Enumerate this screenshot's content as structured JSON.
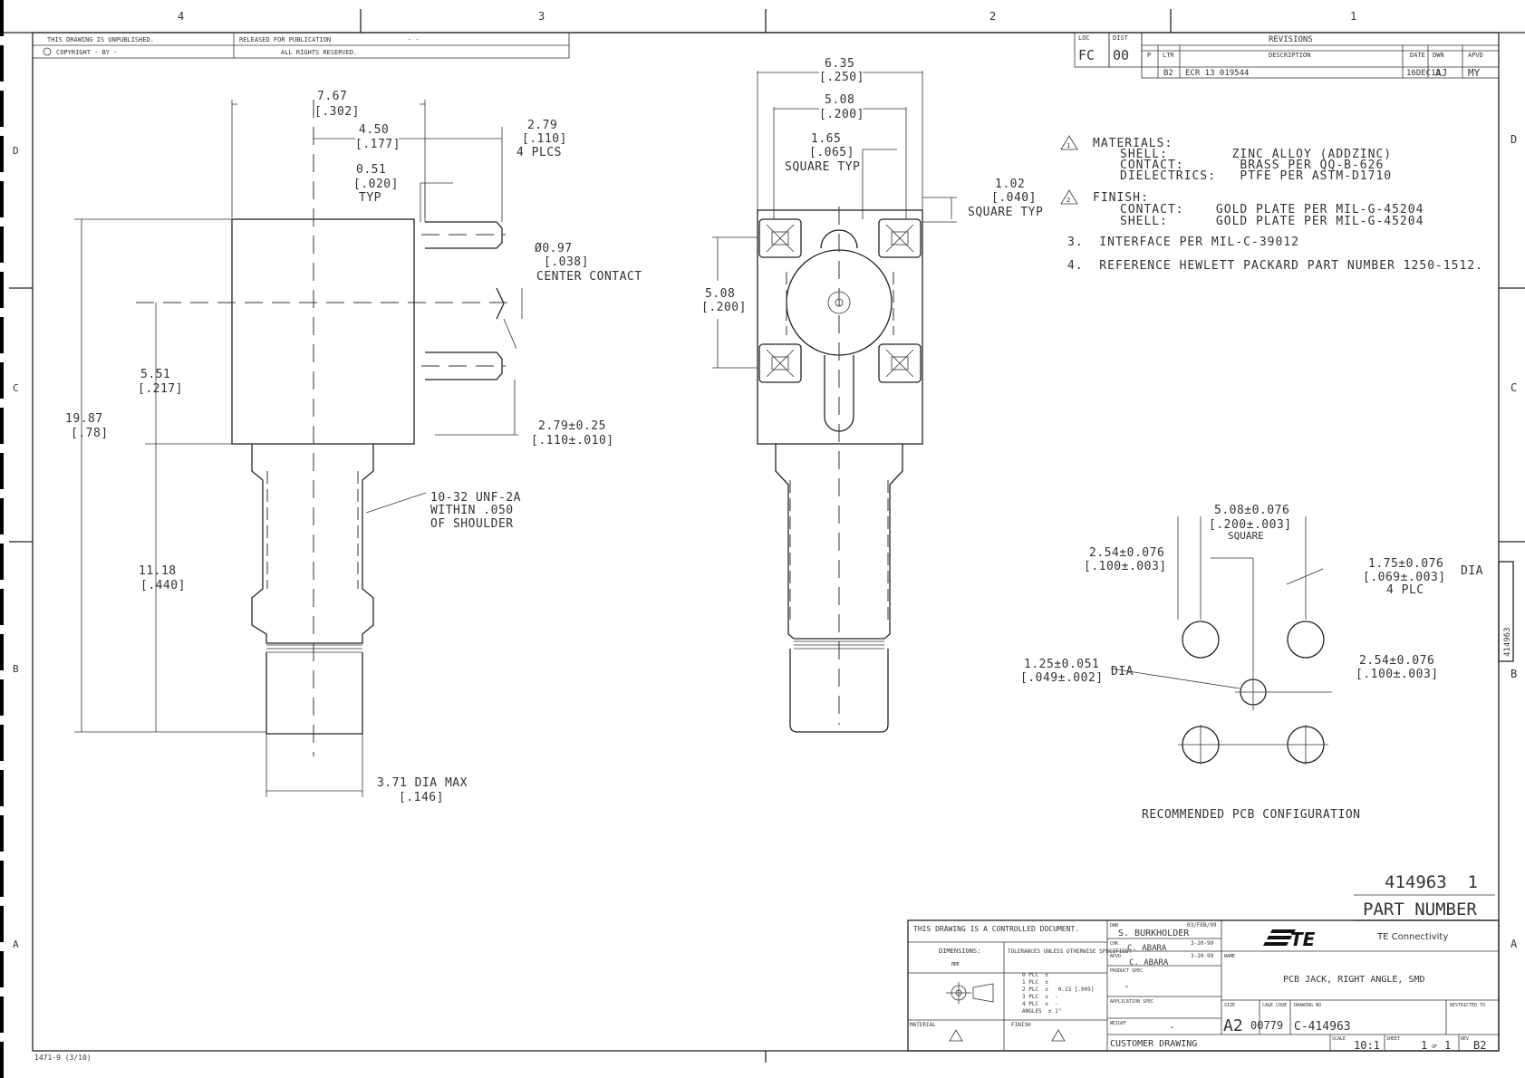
{
  "border": {
    "zones_top": [
      "4",
      "3",
      "2",
      "1"
    ],
    "zones_left": [
      "D",
      "C",
      "B",
      "A"
    ],
    "zones_right": [
      "D",
      "C",
      "B",
      "A"
    ],
    "bottom_left_code": "1471-9 (3/10)"
  },
  "top_left_block": {
    "line1a": "THIS DRAWING IS UNPUBLISHED.",
    "line1b": "RELEASED FOR PUBLICATION",
    "line1c": "- -",
    "line2a": "COPYRIGHT - BY -",
    "line2b": "ALL RIGHTS RESERVED."
  },
  "revisions": {
    "loc_label": "LOC",
    "loc_value": "FC",
    "dist_label": "DIST",
    "dist_value": "00",
    "title": "REVISIONS",
    "headers": [
      "P",
      "LTR",
      "DESCRIPTION",
      "DATE",
      "DWN",
      "APVD"
    ],
    "row": [
      "",
      "B2",
      "ECR 13 019544",
      "16DEC13",
      "AJ",
      "MY"
    ]
  },
  "notes": {
    "n1_title": "MATERIALS:",
    "n1_lines": [
      "SHELL:        ZINC ALLOY (ADDZINC)",
      "CONTACT:       BRASS PER QQ-B-626",
      "DIELECTRICS:   PTFE PER ASTM-D1710"
    ],
    "n2_title": "FINISH:",
    "n2_lines": [
      "CONTACT:    GOLD PLATE PER MIL-G-45204",
      "SHELL:      GOLD PLATE PER MIL-G-45204"
    ],
    "n3": "3.  INTERFACE PER MIL-C-39012",
    "n4": "4.  REFERENCE HEWLETT PACKARD PART NUMBER 1250-1512."
  },
  "side_view": {
    "d_767": "7.67",
    "d_302": "[.302]",
    "d_450": "4.50",
    "d_177": "[.177]",
    "d_279": "2.79",
    "d_110": "[.110]",
    "d_4plcs": "4 PLCS",
    "d_051": "0.51",
    "d_020": "[.020]",
    "d_typ": "TYP",
    "d_097": "Ø0.97",
    "d_038": "[.038]",
    "d_center": "CENTER CONTACT",
    "d_551": "5.51",
    "d_217": "[.217]",
    "d_1987": "19.87",
    "d_78": "[.78]",
    "d_279t": "2.79±0.25",
    "d_110t": "[.110±.010]",
    "thread1": "10-32 UNF-2A",
    "thread2": "WITHIN .050",
    "thread3": "OF SHOULDER",
    "d_1118": "11.18",
    "d_440": "[.440]",
    "d_371": "3.71 DIA MAX",
    "d_146": "[.146]"
  },
  "front_view": {
    "d_635": "6.35",
    "d_250": "[.250]",
    "d_508": "5.08",
    "d_200": "[.200]",
    "d_165": "1.65",
    "d_065": "[.065]",
    "d_sq": "SQUARE TYP",
    "d_102": "1.02",
    "d_040": "[.040]",
    "d_sqtyp": "SQUARE TYP",
    "d_508b": "5.08",
    "d_200b": "[.200]"
  },
  "pcb": {
    "d_508": "5.08±0.076",
    "d_200": "[.200±.003]",
    "d_square": "SQUARE",
    "d_254a": "2.54±0.076",
    "d_100a": "[.100±.003]",
    "d_175": "1.75±0.076",
    "d_dia": "DIA",
    "d_069": "[.069±.003]",
    "d_4plc": "4 PLC",
    "d_125": "1.25±0.051",
    "d_049": "[.049±.002]",
    "d_dia2": "DIA",
    "d_254b": "2.54±0.076",
    "d_100b": "[.100±.003]",
    "caption": "RECOMMENDED PCB CONFIGURATION"
  },
  "part": {
    "number": "414963  1",
    "label": "PART NUMBER",
    "side_tag": "414963"
  },
  "title_block": {
    "controlled": "THIS DRAWING IS A CONTROLLED DOCUMENT.",
    "dimensions": "DIMENSIONS:",
    "dim_unit": "mm",
    "tolerances": "TOLERANCES UNLESS OTHERWISE SPECIFIED:",
    "tol_rows": [
      "0 PLC  ±",
      "1 PLC  ±",
      "2 PLC  ±   0.13 [.005]",
      "3 PLC  ±  -",
      "4 PLC  ±  -",
      "ANGLES  ± 1°"
    ],
    "material": "MATERIAL",
    "finish": "FINISH",
    "dwn_label": "DWN",
    "dwn_name": "S. BURKHOLDER",
    "dwn_date": "03/FEB/99",
    "chk_label": "CHK",
    "chk_name": "C. ABARA",
    "chk_date": "3-20-99",
    "appvd_label": "APVD",
    "appvd_name": "C. ABARA",
    "appvd_date": "3-20-99",
    "product_spec": "PRODUCT SPEC",
    "product_spec_val": "-",
    "application_spec": "APPLICATION SPEC",
    "weight": "WEIGHT",
    "weight_val": "-",
    "customer": "CUSTOMER DRAWING",
    "logo": "TE",
    "company": "TE Connectivity",
    "name_label": "NAME",
    "name": "PCB JACK, RIGHT ANGLE, SMD",
    "size_label": "SIZE",
    "size": "A2",
    "cage_label": "CAGE CODE",
    "cage": "00779",
    "dwgno_label": "DRAWING NO",
    "dwgno": "C-414963",
    "restricted": "RESTRICTED TO",
    "scale_label": "SCALE",
    "scale": "10:1",
    "sheet_label": "SHEET",
    "sheet": "1",
    "of": "OF",
    "of_val": "1",
    "rev_label": "REV",
    "rev": "B2"
  }
}
